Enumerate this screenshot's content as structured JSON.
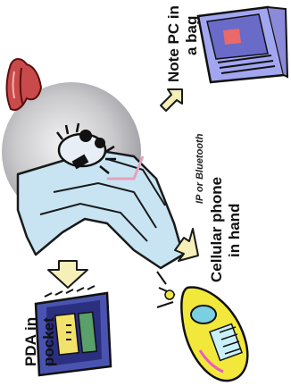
{
  "devices": {
    "pda": {
      "line1": "PDA in",
      "line2": "pocket"
    },
    "phone": {
      "line1": "Cellular phone",
      "line2": "in hand"
    },
    "notepc": {
      "line1": "Note PC in",
      "line2": "a bag"
    }
  },
  "connection": {
    "label": "IP or Bluetooth"
  },
  "icons": [
    "lips-icon",
    "cd-disc-icon",
    "speaker-figure-icon",
    "arrow-down-icon",
    "arrow-right-icon",
    "arrow-up-right-icon",
    "pda-icon",
    "cellphone-icon",
    "laptop-icon"
  ],
  "colors": {
    "arrow": "#f4f0b8",
    "disc": "#c9c9cc",
    "blanket": "#c8e4f2",
    "pda_body": "#4a54b0",
    "phone_body": "#f2e83c",
    "laptop_body": "#a2a6f0"
  }
}
